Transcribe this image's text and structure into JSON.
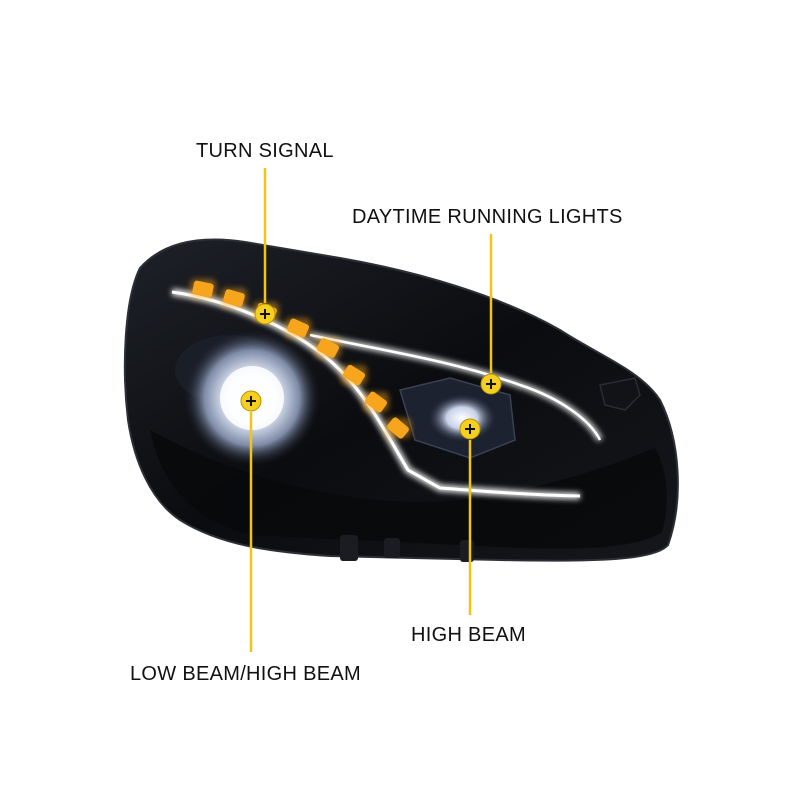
{
  "callouts": {
    "turn_signal": "TURN SIGNAL",
    "daytime_running_lights": "DAYTIME RUNNING LIGHTS",
    "high_beam": "HIGH BEAM",
    "low_beam_high_beam": "LOW BEAM/HIGH BEAM"
  },
  "colors": {
    "callout_line": "#f2c514",
    "marker_fill": "#f5d020",
    "turn_signal_led": "#f7a51c",
    "housing": "#0c0d10"
  },
  "icons": {
    "marker": "plus-in-circle-marker-icon"
  }
}
